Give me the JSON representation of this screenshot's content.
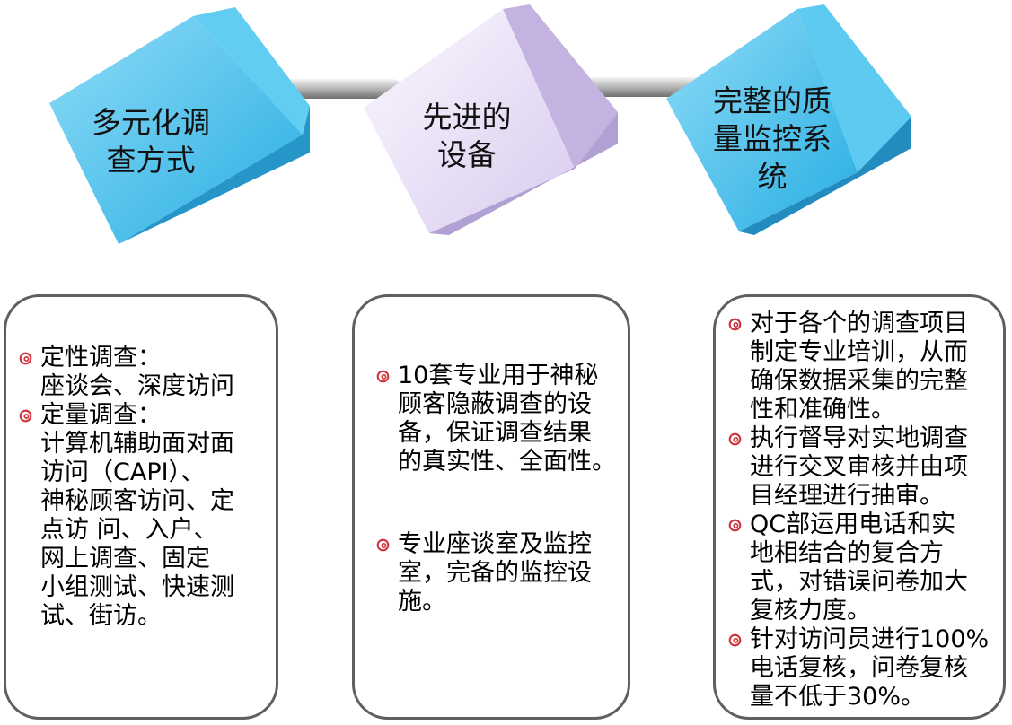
{
  "cubes": [
    {
      "label_lines": [
        "多元化调",
        "查方式"
      ],
      "color": "blue"
    },
    {
      "label_lines": [
        "先进的",
        "设备"
      ],
      "color": "lavender"
    },
    {
      "label_lines": [
        "完整的质",
        "量监控系",
        "统"
      ],
      "color": "blue"
    }
  ],
  "panels": [
    {
      "items": [
        {
          "text": "定性调查：\n座谈会、深度访问"
        },
        {
          "text": "定量调查：\n计算机辅助面对面\n访问（CAPI）、\n神秘顾客访问、定\n点访 问、入户、\n网上调查、固定\n小组测试、快速测\n试、街访。"
        }
      ]
    },
    {
      "items": [
        {
          "text": "10套专业用于神秘\n顾客隐蔽调查的设\n备，保证调查结果\n的真实性、全面性。"
        },
        {
          "text": "专业座谈室及监控\n室，完备的监控设\n施。"
        }
      ]
    },
    {
      "items": [
        {
          "text": "对于各个的调查项目\n制定专业培训，从而\n确保数据采集的完整\n性和准确性。"
        },
        {
          "text": "执行督导对实地调查\n进行交叉审核并由项\n目经理进行抽审。"
        },
        {
          "text": "QC部运用电话和实\n地相结合的复合方\n式，对错误问卷加大\n复核力度。"
        },
        {
          "text": "针对访问员进行100%\n电话复核，问卷复核\n量不低于30%。"
        }
      ]
    }
  ],
  "colors": {
    "bullet": "#d0343c",
    "connector": "#b8b8b8",
    "blue_top": "#3fc1ee",
    "blue_side": "#1a8fc4",
    "lavender_top": "#e3d7f4",
    "lavender_side": "#b9a6d9",
    "panel_border": "#5f5f5f"
  }
}
